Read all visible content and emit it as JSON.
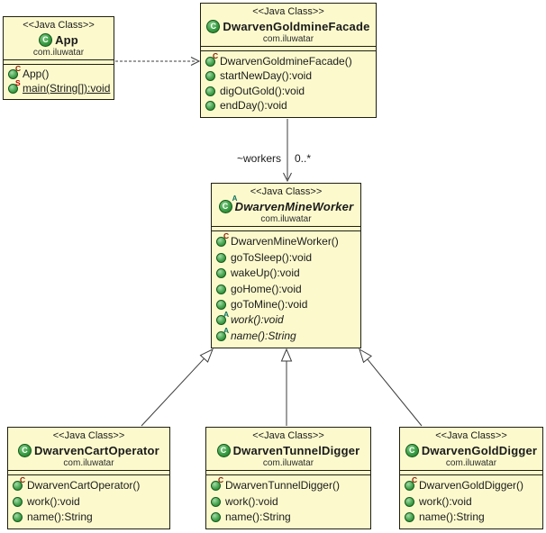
{
  "diagram": {
    "icons": {
      "class_letter": "C"
    },
    "association": {
      "name": "~workers",
      "multiplicity": "0..*"
    },
    "classes": [
      {
        "id": "app",
        "stereotype": "<<Java Class>>",
        "name": "App",
        "package": "com.iluwatar",
        "icon_adornment": "",
        "members": [
          {
            "label": "App()",
            "adornment": "C"
          },
          {
            "label": "main(String[]):void",
            "adornment": "S"
          }
        ]
      },
      {
        "id": "dwarven-goldmine-facade",
        "stereotype": "<<Java Class>>",
        "name": "DwarvenGoldmineFacade",
        "package": "com.iluwatar",
        "icon_adornment": "",
        "members": [
          {
            "label": "DwarvenGoldmineFacade()",
            "adornment": "C"
          },
          {
            "label": "startNewDay():void",
            "adornment": ""
          },
          {
            "label": "digOutGold():void",
            "adornment": ""
          },
          {
            "label": "endDay():void",
            "adornment": ""
          }
        ]
      },
      {
        "id": "dwarven-mine-worker",
        "stereotype": "<<Java Class>>",
        "name": "DwarvenMineWorker",
        "package": "com.iluwatar",
        "icon_adornment": "A",
        "members": [
          {
            "label": "DwarvenMineWorker()",
            "adornment": "C"
          },
          {
            "label": "goToSleep():void",
            "adornment": ""
          },
          {
            "label": "wakeUp():void",
            "adornment": ""
          },
          {
            "label": "goHome():void",
            "adornment": ""
          },
          {
            "label": "goToMine():void",
            "adornment": ""
          },
          {
            "label": "work():void",
            "adornment": "A"
          },
          {
            "label": "name():String",
            "adornment": "A"
          }
        ]
      },
      {
        "id": "dwarven-cart-operator",
        "stereotype": "<<Java Class>>",
        "name": "DwarvenCartOperator",
        "package": "com.iluwatar",
        "icon_adornment": "",
        "members": [
          {
            "label": "DwarvenCartOperator()",
            "adornment": "C"
          },
          {
            "label": "work():void",
            "adornment": ""
          },
          {
            "label": "name():String",
            "adornment": ""
          }
        ]
      },
      {
        "id": "dwarven-tunnel-digger",
        "stereotype": "<<Java Class>>",
        "name": "DwarvenTunnelDigger",
        "package": "com.iluwatar",
        "icon_adornment": "",
        "members": [
          {
            "label": "DwarvenTunnelDigger()",
            "adornment": "C"
          },
          {
            "label": "work():void",
            "adornment": ""
          },
          {
            "label": "name():String",
            "adornment": ""
          }
        ]
      },
      {
        "id": "dwarven-gold-digger",
        "stereotype": "<<Java Class>>",
        "name": "DwarvenGoldDigger",
        "package": "com.iluwatar",
        "icon_adornment": "",
        "members": [
          {
            "label": "DwarvenGoldDigger()",
            "adornment": "C"
          },
          {
            "label": "work():void",
            "adornment": ""
          },
          {
            "label": "name():String",
            "adornment": ""
          }
        ]
      }
    ],
    "colors": {
      "class_fill": "#FCFACD",
      "class_border": "#1f1f10",
      "icon_green": "#3a9d45",
      "adornment_constructor": "#8B1A00",
      "adornment_static": "#C00000",
      "adornment_abstract": "#0B7261"
    }
  }
}
